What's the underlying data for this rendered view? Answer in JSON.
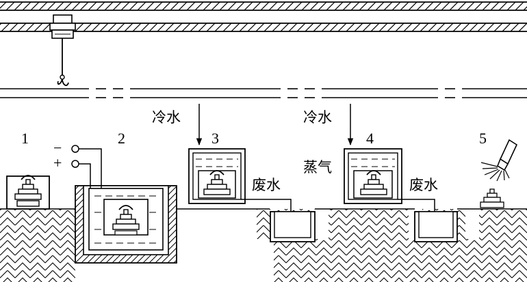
{
  "colors": {
    "ink": "#000000",
    "background": "#ffffff"
  },
  "stations": [
    {
      "number": "1"
    },
    {
      "number": "2",
      "terminals": [
        "−",
        "+"
      ]
    },
    {
      "number": "3",
      "inlet": "冷水",
      "outlet": "废水"
    },
    {
      "number": "4",
      "inlet": "冷水",
      "outlet": "废水",
      "medium": "蒸气"
    },
    {
      "number": "5"
    }
  ]
}
